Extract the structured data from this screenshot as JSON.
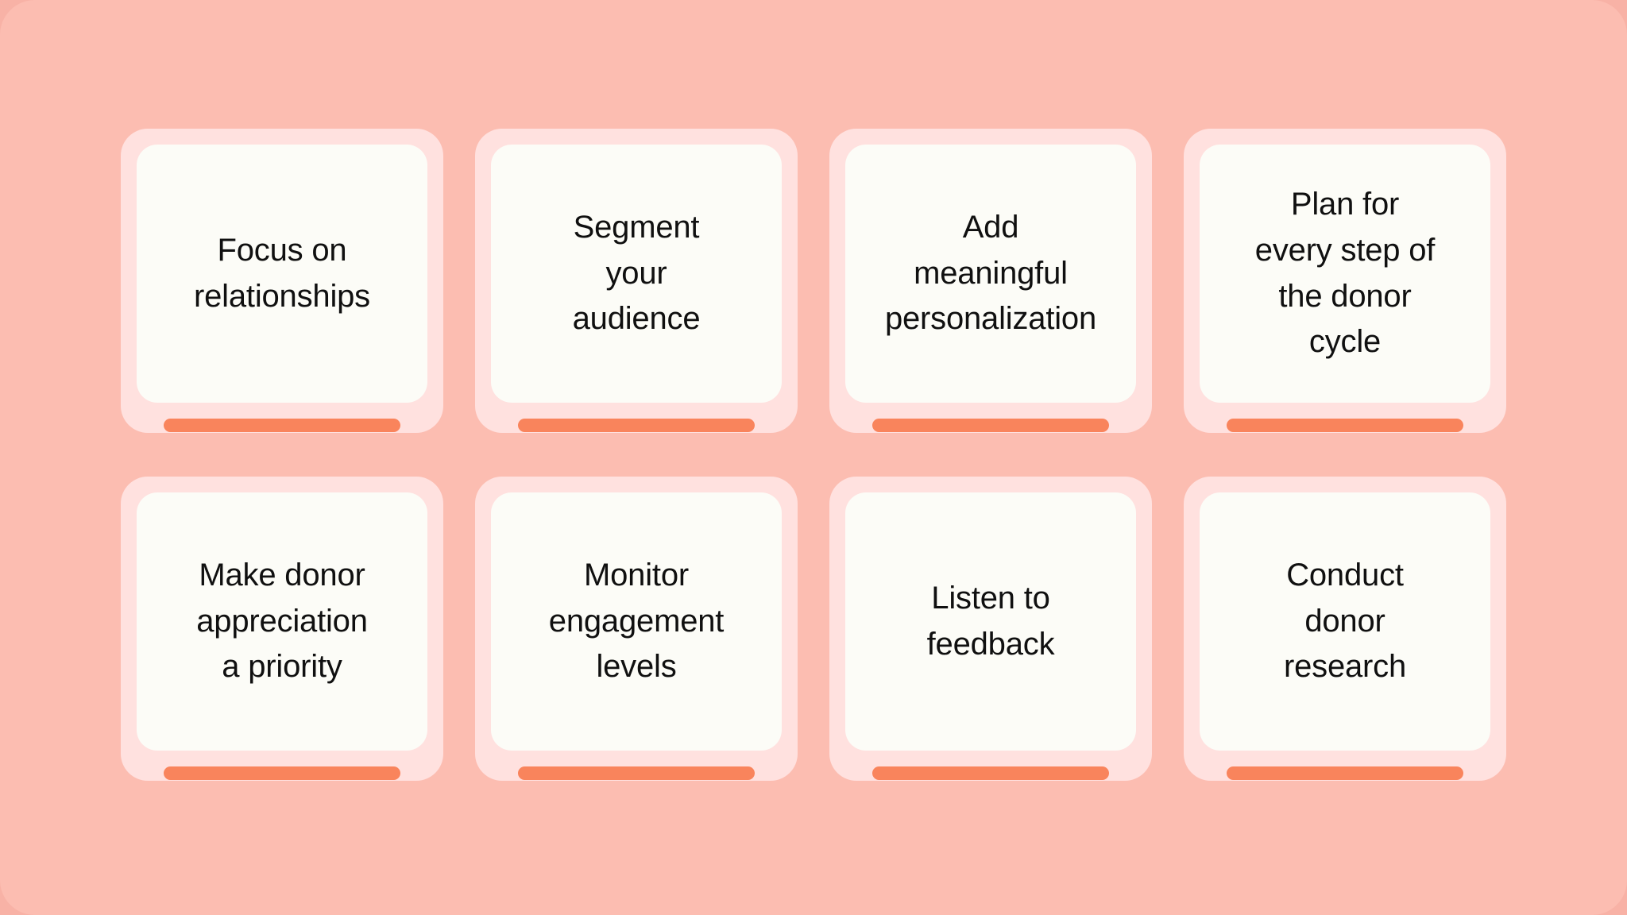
{
  "theme": {
    "page_background": "#f8b2a6",
    "surface_background": "#fcbdb1",
    "card_shell": "#ffe1df",
    "card_face": "#fcfcf7",
    "accent_bar": "#f9845c",
    "text": "#101010"
  },
  "grid": {
    "columns": 4,
    "rows": 2,
    "cards": [
      {
        "label": "Focus on\nrelationships",
        "lines": [
          "Focus on",
          "relationships"
        ]
      },
      {
        "label": "Segment\nyour\naudience",
        "lines": [
          "Segment",
          "your",
          "audience"
        ]
      },
      {
        "label": "Add\nmeaningful\npersonalization",
        "lines": [
          "Add",
          "meaningful",
          "personalization"
        ]
      },
      {
        "label": "Plan for\nevery step of\nthe donor\ncycle",
        "lines": [
          "Plan for",
          "every step of",
          "the donor",
          "cycle"
        ]
      },
      {
        "label": "Make donor\nappreciation\na priority",
        "lines": [
          "Make donor",
          "appreciation",
          "a priority"
        ]
      },
      {
        "label": "Monitor\nengagement\nlevels",
        "lines": [
          "Monitor",
          "engagement",
          "levels"
        ]
      },
      {
        "label": "Listen to\nfeedback",
        "lines": [
          "Listen to",
          "feedback"
        ]
      },
      {
        "label": "Conduct\ndonor\nresearch",
        "lines": [
          "Conduct",
          "donor",
          "research"
        ]
      }
    ]
  }
}
